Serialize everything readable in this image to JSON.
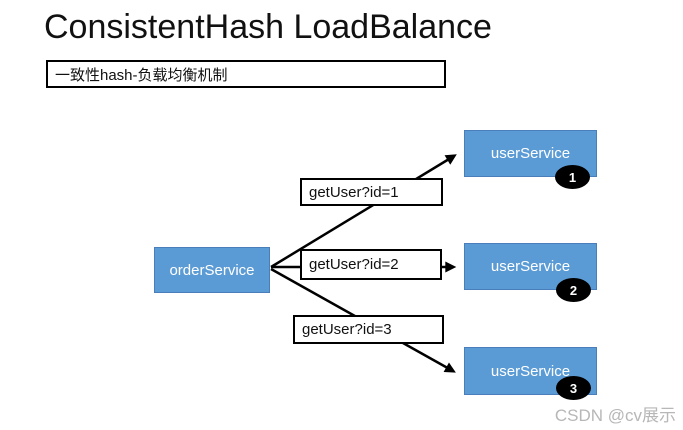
{
  "page": {
    "title": "ConsistentHash LoadBalance",
    "subtitle": "一致性hash-负载均衡机制",
    "watermark": "CSDN @cv展示"
  },
  "diagram": {
    "client_node": {
      "label": "orderService"
    },
    "requests": [
      {
        "label": "getUser?id=1"
      },
      {
        "label": "getUser?id=2"
      },
      {
        "label": "getUser?id=3"
      }
    ],
    "servers": [
      {
        "label": "userService",
        "badge": "1"
      },
      {
        "label": "userService",
        "badge": "2"
      },
      {
        "label": "userService",
        "badge": "3"
      }
    ],
    "colors": {
      "node_fill": "#5B9BD5",
      "node_border": "#4a7ebb",
      "arrow": "#000000",
      "box_border": "#000000",
      "badge_fill": "#000000",
      "badge_text": "#FFFFFF",
      "watermark_color": "#B7B7B7"
    }
  }
}
